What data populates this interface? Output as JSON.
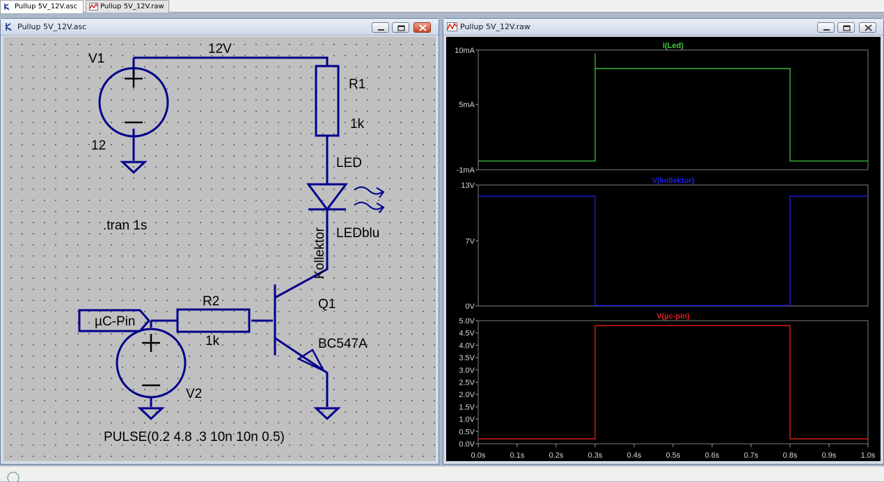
{
  "tabs": [
    {
      "label": "Pullup 5V_12V.asc",
      "active": true,
      "icon": "schematic-icon"
    },
    {
      "label": "Pullup 5V_12V.raw",
      "active": false,
      "icon": "waveform-icon"
    }
  ],
  "schematic_window": {
    "title": "Pullup 5V_12V.asc",
    "labels": {
      "v1": "V1",
      "v1_value": "12",
      "net_12v": "12V",
      "r1": "R1",
      "r1_value": "1k",
      "led_name": "LED",
      "led_model": "LEDblu",
      "net_kollektor": "Kollektor",
      "q1": "Q1",
      "q1_model": "BC547A",
      "r2": "R2",
      "r2_value": "1k",
      "port_uc": "µC-Pin",
      "v2": "V2",
      "v2_value": "PULSE(0.2 4.8 .3 10n 10n 0.5)",
      "tran": ".tran 1s"
    },
    "colors": {
      "wire": "#00008b",
      "background": "#c0c0c0",
      "text": "#000000"
    }
  },
  "waveform_window": {
    "title": "Pullup 5V_12V.raw",
    "panes": [
      {
        "title": "I(Led)",
        "color": "#3cc83c",
        "ticks": [
          "10mA",
          "5mA",
          "-1mA"
        ]
      },
      {
        "title": "V(kollektor)",
        "color": "#1e1ee6",
        "ticks": [
          "13V",
          "7V",
          "0V"
        ]
      },
      {
        "title": "V(µc-pin)",
        "color": "#e61e1e",
        "ticks": [
          "5.0V",
          "4.5V",
          "4.0V",
          "3.5V",
          "3.0V",
          "2.5V",
          "2.0V",
          "1.5V",
          "1.0V",
          "0.5V",
          "0.0V"
        ]
      }
    ],
    "x_ticks": [
      "0.0s",
      "0.1s",
      "0.2s",
      "0.3s",
      "0.4s",
      "0.5s",
      "0.6s",
      "0.7s",
      "0.8s",
      "0.9s",
      "1.0s"
    ]
  },
  "chart_data": [
    {
      "type": "line",
      "title": "I(Led)",
      "ylim": [
        -1,
        10
      ],
      "xlim": [
        0,
        1
      ],
      "grid": false,
      "series": [
        {
          "name": "I(Led)",
          "x": [
            0,
            0.3,
            0.3,
            0.3,
            0.8,
            0.8,
            1.0
          ],
          "values": [
            -0.2,
            -0.2,
            9.7,
            8.3,
            8.3,
            -0.2,
            -0.2
          ]
        }
      ]
    },
    {
      "type": "line",
      "title": "V(kollektor)",
      "ylim": [
        0,
        13
      ],
      "xlim": [
        0,
        1
      ],
      "grid": false,
      "series": [
        {
          "name": "V(kollektor)",
          "x": [
            0,
            0.3,
            0.3,
            0.8,
            0.8,
            1.0
          ],
          "values": [
            11.8,
            11.8,
            0.05,
            0.05,
            11.8,
            11.8
          ]
        }
      ]
    },
    {
      "type": "line",
      "title": "V(µc-pin)",
      "ylim": [
        0,
        5
      ],
      "xlim": [
        0,
        1
      ],
      "grid": false,
      "series": [
        {
          "name": "V(µc-pin)",
          "x": [
            0,
            0.3,
            0.3,
            0.8,
            0.8,
            1.0
          ],
          "values": [
            0.2,
            0.2,
            4.8,
            4.8,
            0.2,
            0.2
          ]
        }
      ]
    }
  ]
}
